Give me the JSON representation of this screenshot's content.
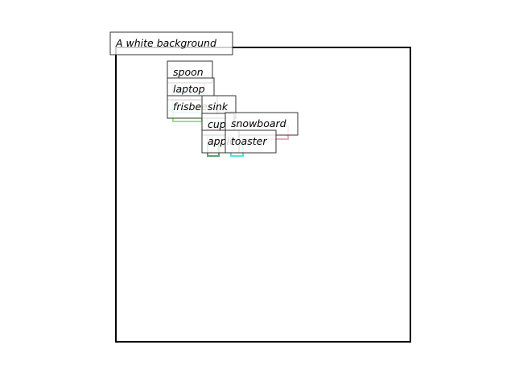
{
  "scene": {
    "caption": "A white background",
    "frame_color": "#000000",
    "background_color": "#ffffff",
    "objects": [
      {
        "label": "spoon",
        "color": "#f4a6c0"
      },
      {
        "label": "laptop",
        "color": "#9bd0e8"
      },
      {
        "label": "frisbee",
        "color": "#7ee87e"
      },
      {
        "label": "sink",
        "color": "#b0e0b0"
      },
      {
        "label": "cup",
        "color": "#e8a0b0"
      },
      {
        "label": "snowboard",
        "color": "#e8a0b8"
      },
      {
        "label": "apple",
        "color": "#4a9a6a"
      },
      {
        "label": "toaster",
        "color": "#40e0e0"
      }
    ]
  }
}
